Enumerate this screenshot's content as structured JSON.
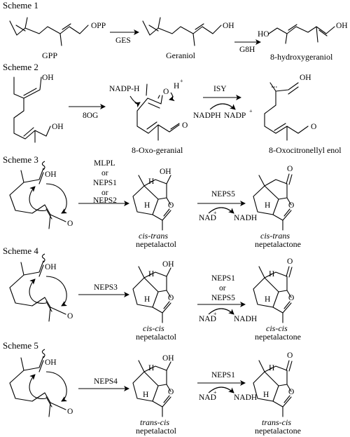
{
  "scheme1": {
    "heading": "Scheme 1",
    "gpp_group": "OPP",
    "gpp_name": "GPP",
    "enzyme1": "GES",
    "geraniol_group": "OH",
    "geraniol_name": "Geraniol",
    "enzyme2": "G8H",
    "hg_group_left": "HO",
    "hg_group_right": "OH",
    "hg_name": "8-hydroxygeraniol"
  },
  "scheme2": {
    "heading": "Scheme 2",
    "sub_top_oh": "OH",
    "sub_bottom_oh": "OH",
    "enzyme1": "8OG",
    "nadph_label": "NADP-H",
    "o_label": "O",
    "h_plus": "H",
    "plus": "+",
    "oxo_o": "O",
    "oxo_name": "8-Oxo-geranial",
    "enzyme2": "ISY",
    "cof_in": "NADPH",
    "cof_out": "NADP",
    "enol_oh": "OH",
    "enol_o": "O",
    "enol_name": "8-Oxocitronellyl enol"
  },
  "scheme3": {
    "heading": "Scheme 3",
    "enzymes": [
      "MLPL",
      "or",
      "NEPS1",
      "or",
      "NEPS2"
    ],
    "sub_oh": "OH",
    "sub_o": "O",
    "lactol_oh": "OH",
    "lactol_o": "O",
    "lactol_h1": "H",
    "lactol_h2": "H",
    "lactol_name1": "cis-trans",
    "lactol_name2": "nepetalactol",
    "enzyme2": "NEPS5",
    "cof_in": "NAD",
    "cof_out": "NADH",
    "lactone_o1": "O",
    "lactone_o2": "O",
    "lactone_h": "H",
    "lactone_name1": "cis-trans",
    "lactone_name2": "nepetalactone"
  },
  "scheme4": {
    "heading": "Scheme 4",
    "sub_oh": "OH",
    "sub_o": "O",
    "enzyme1": "NEPS3",
    "lactol_oh": "OH",
    "lactol_o": "O",
    "lactol_h1": "H",
    "lactol_h2": "H",
    "lactol_name1": "cis-cis",
    "lactol_name2": "nepetalactol",
    "enzymes2": [
      "NEPS1",
      "or",
      "NEPS5"
    ],
    "cof_in": "NAD",
    "cof_out": "NADH",
    "lactone_o1": "O",
    "lactone_o2": "O",
    "lactone_h1": "H",
    "lactone_h2": "H",
    "lactone_name1": "cis-cis",
    "lactone_name2": "nepetalactone"
  },
  "scheme5": {
    "heading": "Scheme 5",
    "sub_oh": "OH",
    "sub_o": "O",
    "enzyme1": "NEPS4",
    "lactol_oh": "OH",
    "lactol_o": "O",
    "lactol_h1": "H",
    "lactol_h2": "H",
    "lactol_name1": "trans-cis",
    "lactol_name2": "nepetalactol",
    "enzyme2": "NEPS1",
    "cof_in": "NAD",
    "cof_out": "NADH",
    "lactone_o1": "O",
    "lactone_o2": "O",
    "lactone_h1": "H",
    "lactone_h2": "H",
    "lactone_name1": "trans-cis",
    "lactone_name2": "nepetalactone"
  }
}
